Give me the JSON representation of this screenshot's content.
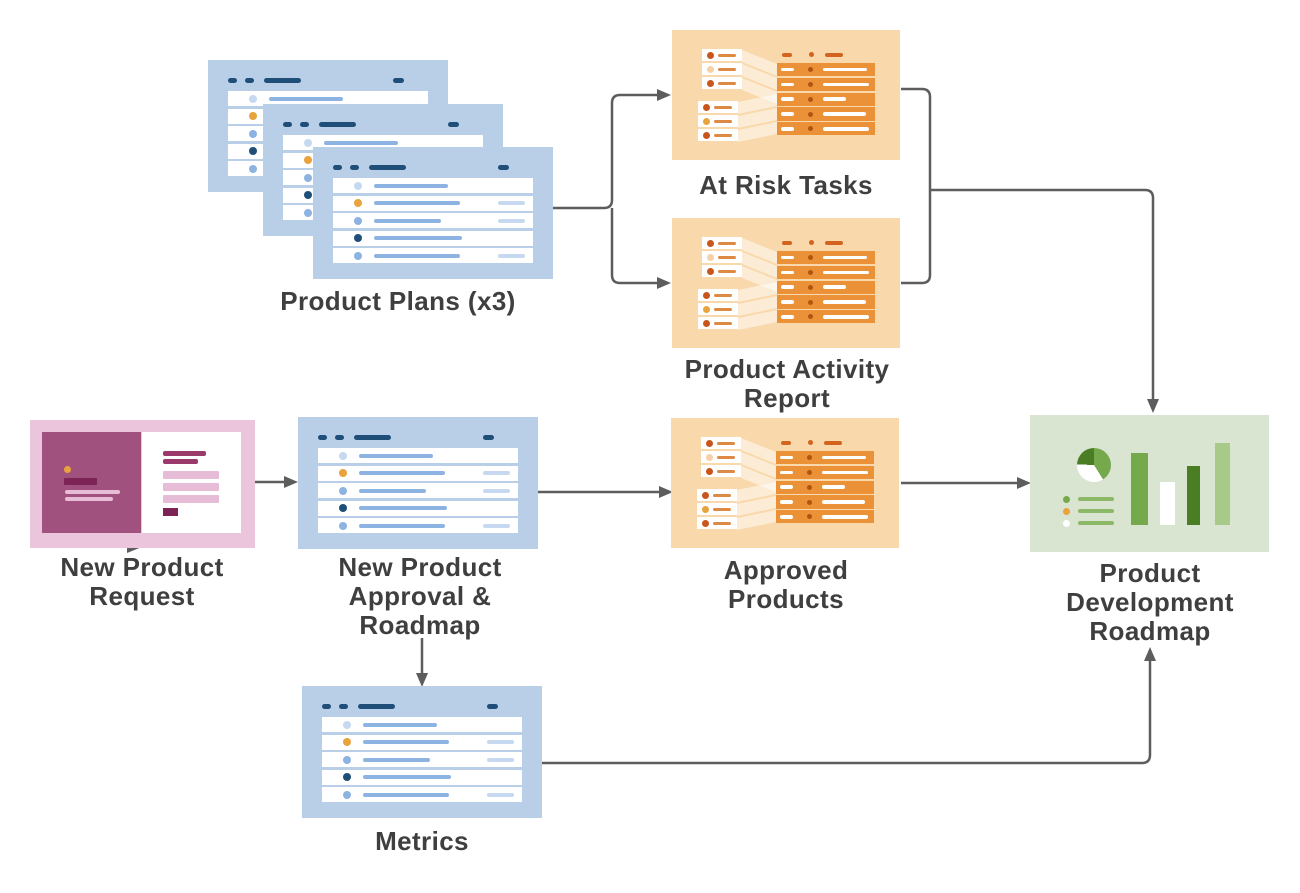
{
  "diagram": {
    "nodes": {
      "product_plans": {
        "label": "Product Plans (x3)",
        "label_lines": [
          "Product Plans (x3)"
        ],
        "kind": "stacked-plan-list-documents",
        "copies": 3
      },
      "at_risk_tasks": {
        "label": "At Risk Tasks",
        "label_lines": [
          "At Risk Tasks"
        ],
        "kind": "report-table"
      },
      "product_activity_report": {
        "label": "Product Activity Report",
        "label_lines": [
          "Product Activity",
          "Report"
        ],
        "kind": "report-table"
      },
      "new_product_request": {
        "label": "New Product Request",
        "label_lines": [
          "New Product",
          "Request"
        ],
        "kind": "request-form"
      },
      "new_product_approval": {
        "label": "New Product Approval & Roadmap",
        "label_lines": [
          "New Product",
          "Approval &",
          "Roadmap"
        ],
        "kind": "plan-list-document"
      },
      "approved_products": {
        "label": "Approved Products",
        "label_lines": [
          "Approved",
          "Products"
        ],
        "kind": "report-table"
      },
      "product_development_roadmap": {
        "label": "Product Development Roadmap",
        "label_lines": [
          "Product",
          "Development",
          "Roadmap"
        ],
        "kind": "charts-dashboard"
      },
      "metrics": {
        "label": "Metrics",
        "label_lines": [
          "Metrics"
        ],
        "kind": "plan-list-document"
      }
    },
    "edges": [
      {
        "from": "product_plans",
        "to": "at_risk_tasks"
      },
      {
        "from": "product_plans",
        "to": "product_activity_report"
      },
      {
        "from": "at_risk_tasks",
        "to": "product_development_roadmap"
      },
      {
        "from": "product_activity_report",
        "to": "product_development_roadmap"
      },
      {
        "from": "new_product_request",
        "to": "new_product_approval"
      },
      {
        "from": "new_product_approval",
        "to": "approved_products"
      },
      {
        "from": "new_product_approval",
        "to": "metrics"
      },
      {
        "from": "approved_products",
        "to": "product_development_roadmap"
      },
      {
        "from": "metrics",
        "to": "product_development_roadmap"
      }
    ],
    "colors": {
      "blue_bg": "#b9cfe7",
      "blue_dark": "#1f4e79",
      "blue_mid": "#8db3e2",
      "blue_pale": "#c6d9f0",
      "gold": "#e8a33d",
      "orange_bg": "#f9d8ab",
      "orange_row": "#eb9138",
      "orange_deep": "#c8551b",
      "orange_dot": "#b45411",
      "orange_header": "#d3641f",
      "orange_pale": "#f6d0a7",
      "orange_dash": "#dd8a45",
      "pink_bg": "#ebc5dc",
      "pink_panel": "#a1517e",
      "plum": "#7c2456",
      "magenta": "#993a6b",
      "pink_light": "#e7bcd7",
      "green_bg": "#d9e5d0",
      "green_dark": "#4a7d24",
      "green_mid": "#76a84c",
      "green_light": "#a8ca88",
      "green_line": "#8cb868",
      "connector": "#5d5d5d",
      "label": "#3f3f3f"
    }
  }
}
